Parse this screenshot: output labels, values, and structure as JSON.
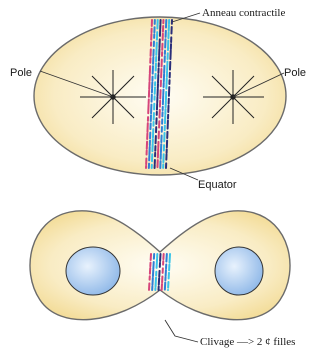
{
  "labels": {
    "contractile_ring": "Anneau contractile",
    "pole_left": "Pole",
    "pole_right": "Pole",
    "equator": "Equator",
    "cleavage": "Clivage —> 2 ¢ filles"
  },
  "colors": {
    "cytoplasm": "#f7e6b0",
    "cytoplasm_edge": "#6b6b6b",
    "nucleus": "#a9c9ee",
    "ring_pink": "#d6457a",
    "ring_blue": "#2f7fd6",
    "ring_cyan": "#37c4e8",
    "ring_dark": "#2a2e7a"
  }
}
